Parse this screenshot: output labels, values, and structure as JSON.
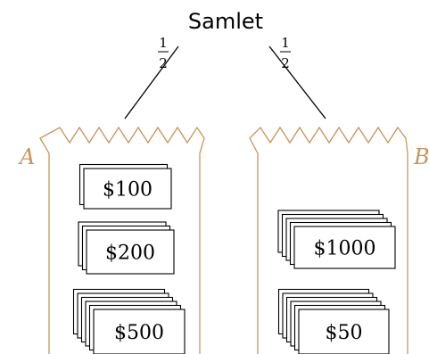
{
  "diagram": {
    "root_label": "Samlet",
    "branches": [
      {
        "probability_numerator": "1",
        "probability_denominator": "2"
      },
      {
        "probability_numerator": "1",
        "probability_denominator": "2"
      }
    ],
    "bags": [
      {
        "label": "A",
        "stacks": [
          {
            "value": "$100",
            "count": 2
          },
          {
            "value": "$200",
            "count": 3
          },
          {
            "value": "$500",
            "count": 6
          }
        ]
      },
      {
        "label": "B",
        "stacks": [
          {
            "value": "$1000",
            "count": 5
          },
          {
            "value": "$50",
            "count": 6
          }
        ]
      }
    ],
    "colors": {
      "bag": "#c8955a",
      "line": "#000000",
      "bill_fill": "#ffffff"
    }
  }
}
